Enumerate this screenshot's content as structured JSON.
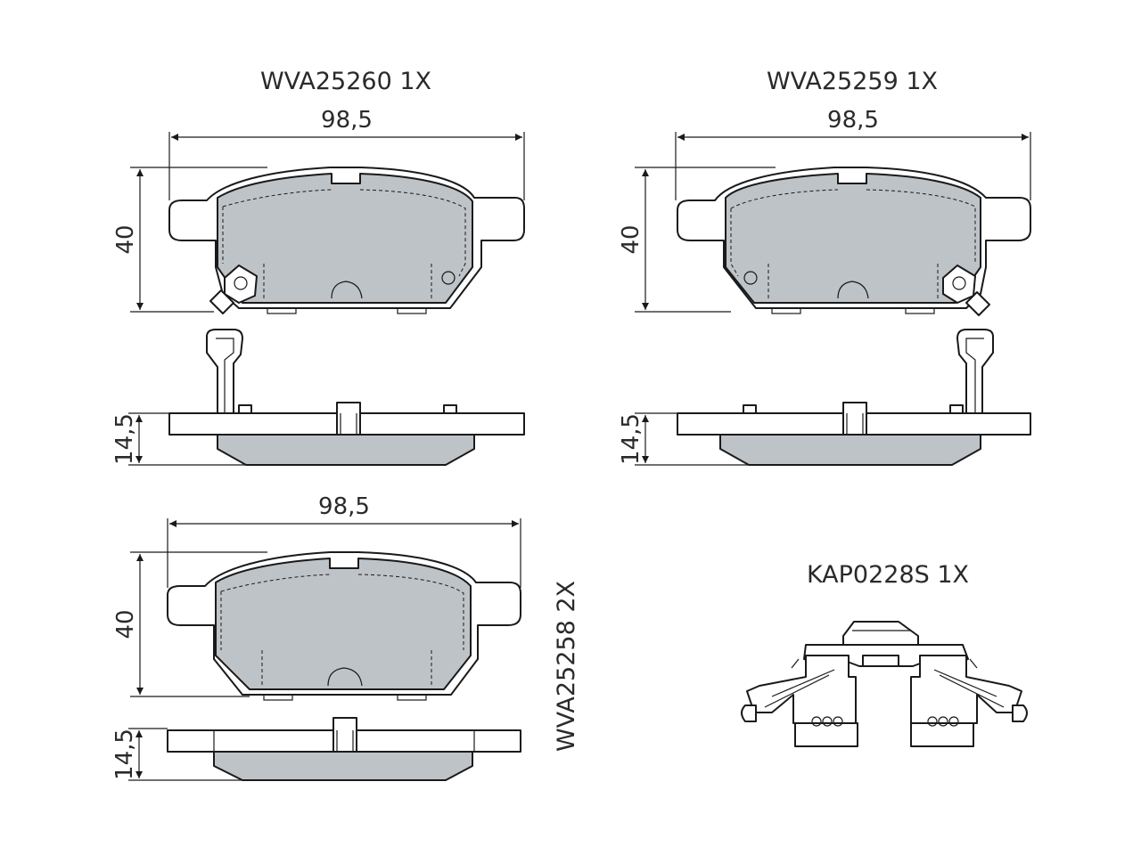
{
  "labels": {
    "part_top_left": "WVA25260 1X",
    "part_top_right": "WVA25259 1X",
    "part_bottom_left": "WVA25258 2X",
    "kit": "KAP0228S 1X"
  },
  "dimensions": {
    "width_top_left": "98,5",
    "width_top_right": "98,5",
    "width_bottom_left": "98,5",
    "height_top_left": "40",
    "height_top_right": "40",
    "height_bottom_left": "40",
    "thickness_top_left": "14,5",
    "thickness_top_right": "14,5",
    "thickness_bottom_left": "14,5"
  },
  "colors": {
    "line": "#1a1a1a",
    "friction_material": "#bec3c8",
    "background": "#ffffff"
  }
}
